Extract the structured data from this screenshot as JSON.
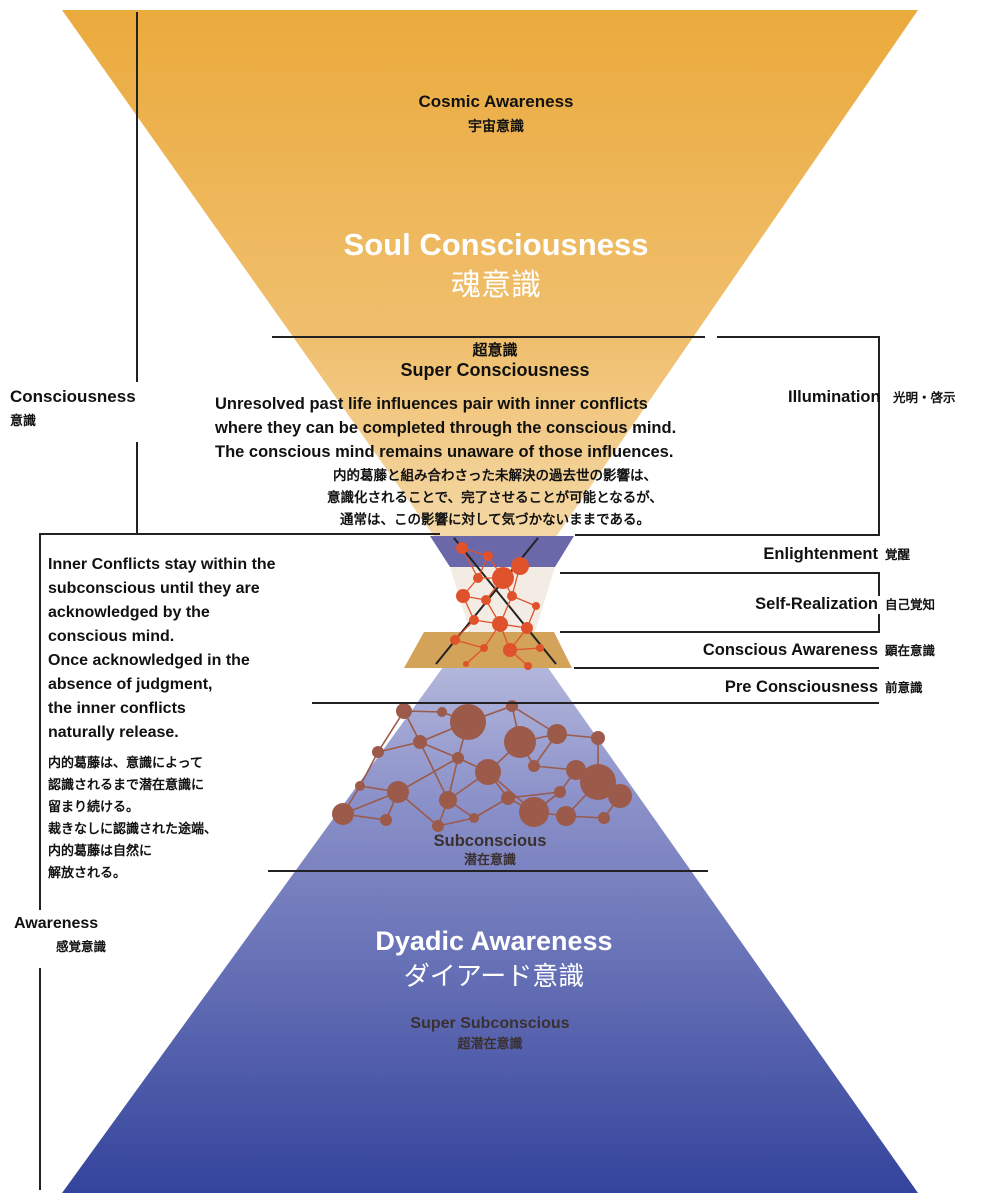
{
  "colors": {
    "top_orange": "#ebaa3c",
    "top_light": "#f6e3bf",
    "bottom_light": "#c8cbe6",
    "bottom_blue": "#34449c",
    "node_red": "#e0522c",
    "node_brown": "#9c5a4a",
    "band_purple": "#6a68a8",
    "band_gold": "#d4a35a",
    "line": "#222222"
  },
  "top": {
    "cosmic": "Cosmic Awareness",
    "cosmic_jp": "宇宙意識",
    "soul": "Soul Consciousness",
    "soul_jp": "魂意識"
  },
  "super": {
    "jp": "超意識",
    "en": "Super Consciousness",
    "desc_en_1": "Unresolved past life influences pair with inner conflicts",
    "desc_en_2": "where they can be completed through the conscious mind.",
    "desc_en_3": "The conscious mind remains unaware of those influences.",
    "desc_jp_1": "内的葛藤と組み合わさった未解決の過去世の影響は、",
    "desc_jp_2": "意識化されることで、完了させることが可能となるが、",
    "desc_jp_3": "通常は、この影響に対して気づかないままである。"
  },
  "left": {
    "consciousness": "Consciousness",
    "consciousness_jp": "意識",
    "awareness": "Awareness",
    "awareness_jp": "感覚意識",
    "inner_en_1": "Inner Conflicts stay within the",
    "inner_en_2": "subconscious until they are",
    "inner_en_3": "acknowledged by the",
    "inner_en_4": "conscious mind.",
    "inner_en_5": "Once  acknowledged in the",
    "inner_en_6": "absence of judgment,",
    "inner_en_7": "the inner conflicts",
    "inner_en_8": "naturally release.",
    "inner_jp_1": "内的葛藤は、意識によって",
    "inner_jp_2": "認識されるまで潜在意識に",
    "inner_jp_3": "留まり続ける。",
    "inner_jp_4": "裁きなしに認識された途端、",
    "inner_jp_5": "内的葛藤は自然に",
    "inner_jp_6": "解放される。"
  },
  "right": {
    "illumination": "Illumination",
    "illumination_jp": "光明・啓示",
    "enlightenment": "Enlightenment",
    "enlightenment_jp": "覚醒",
    "self_realization": "Self-Realization",
    "self_realization_jp": "自己覚知",
    "conscious_awareness": "Conscious Awareness",
    "conscious_awareness_jp": "顕在意識",
    "pre_consciousness": "Pre Consciousness",
    "pre_consciousness_jp": "前意識"
  },
  "bottom": {
    "subconscious": "Subconscious",
    "subconscious_jp": "潜在意識",
    "dyadic": "Dyadic Awareness",
    "dyadic_jp": "ダイアード意識",
    "super_sub": "Super Subconscious",
    "super_sub_jp": "超潜在意識"
  }
}
